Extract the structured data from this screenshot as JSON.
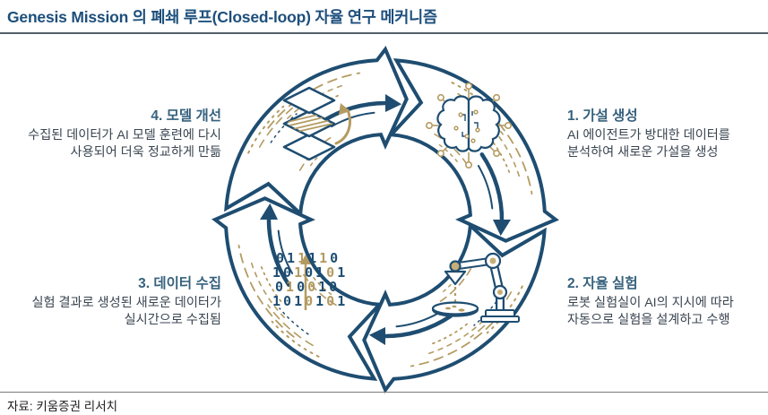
{
  "title": "Genesis Mission 의 폐쇄 루프(Closed-loop) 자율 연구 메커니즘",
  "source": "자료: 키움증권 리서치",
  "colors": {
    "navy": "#1e4d71",
    "gold": "#b49b62",
    "gold_fill": "#c7ae78",
    "title_blue": "#1d4f7c",
    "heading_blue": "#36617d",
    "body_text": "#3a4551"
  },
  "steps": [
    {
      "heading": "1. 가설 생성",
      "lines": [
        "AI 에이전트가 방대한 데이터를",
        "분석하여 새로운 가설을 생성"
      ],
      "icon": "brain-circuit-icon"
    },
    {
      "heading": "2. 자율 실험",
      "lines": [
        "로봇 실험실이 AI의 지시에 따라",
        "자동으로 실험을 설계하고 수행"
      ],
      "icon": "robot-arm-icon"
    },
    {
      "heading": "3. 데이터 수집",
      "lines": [
        "실험 결과로 생성된 새로운 데이터가",
        "실시간으로 수집됨"
      ],
      "icon": "binary-data-icon"
    },
    {
      "heading": "4. 모델 개선",
      "lines": [
        "수집된 데이터가 AI 모델 훈련에 다시",
        "사용되어 더욱 정교하게 만듦"
      ],
      "icon": "layers-refresh-icon"
    }
  ],
  "diagram": {
    "binary_rows": [
      "011110",
      "1010101",
      "010010",
      "1010101"
    ]
  }
}
